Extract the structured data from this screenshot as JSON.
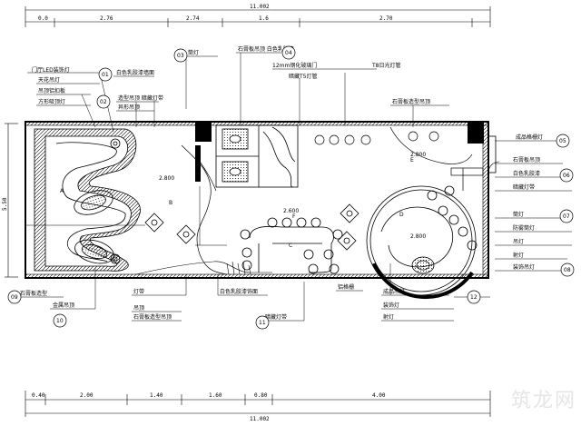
{
  "watermark": "筑龙网",
  "dimensions": {
    "top_overall": "11.002",
    "top_segments": [
      "0.0",
      "2.76",
      "2.74",
      "1.6",
      "2.70"
    ],
    "bottom_overall": "11.002",
    "bottom_segments": [
      "0.40",
      "2.00",
      "1.40",
      "1.60",
      "0.80",
      "4.00"
    ],
    "left_overall": "5.50"
  },
  "labels": {
    "t1": "门厅LED装饰灯",
    "t2": "天花吊灯",
    "t3": "吊顶铝扣板",
    "t4": "方形吸顶灯",
    "t5": "白色乳胶漆墙面",
    "t6": "造型吊顶 暗藏灯带",
    "t7": "异形吊顶",
    "t8": "筒灯",
    "t9": "石膏板吊顶 白色乳胶漆",
    "t10": "12mm钢化玻璃门",
    "t11": "T8日光灯管",
    "t12": "暗藏T5灯管",
    "t13": "石膏板造型吊顶",
    "r1": "成品格栅灯",
    "r2": "石膏板吊顶",
    "r3": "白色乳胶漆",
    "r4": "暗藏灯带",
    "r5": "筒灯",
    "r6": "防雾筒灯",
    "r7": "吊灯",
    "r8": "射灯",
    "r9": "装饰吊灯",
    "b1": "石膏板造型",
    "b2": "金属吊顶",
    "b3": "灯带",
    "b4": "吊顶",
    "b5": "石膏板造型吊顶",
    "b6": "白色乳胶漆饰面",
    "b7": "暗藏灯带",
    "b8": "铝格栅",
    "b9": "成品吊灯",
    "b10": "装饰灯",
    "b11": "射灯"
  },
  "markers": {
    "m1": "01",
    "m2": "02",
    "m3": "03",
    "m4": "04",
    "m5": "05",
    "m6": "06",
    "m7": "07",
    "m8": "08",
    "m9": "09",
    "m10": "10",
    "m11": "11",
    "m12": "12"
  },
  "room_codes": {
    "c1": "A",
    "c2": "B",
    "c3": "C",
    "c4": "D",
    "c5": "E",
    "c6": "F"
  },
  "elevations": {
    "e1": "2.800",
    "e2": "2.600",
    "e3": "2.800",
    "e4": "2.800"
  }
}
